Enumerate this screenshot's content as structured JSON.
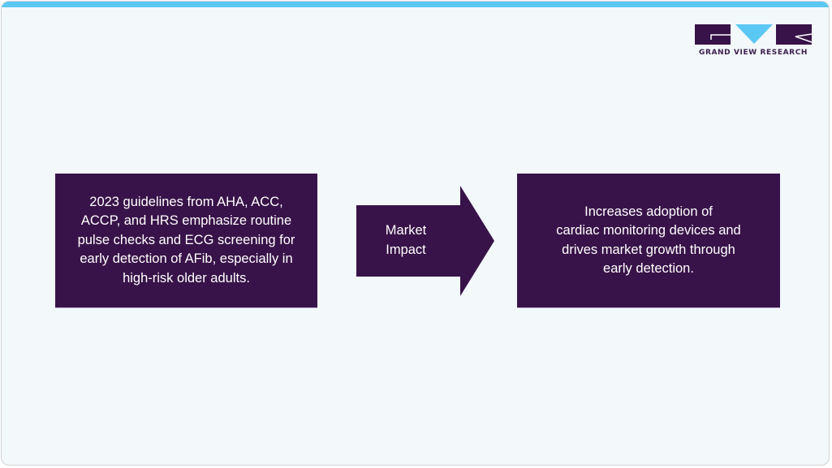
{
  "brand": {
    "name": "GRAND VIEW RESEARCH",
    "logo_icon": "gvr-logo-icon",
    "colors": {
      "dark_purple": "#381349",
      "light_blue": "#5bc8f3",
      "background": "#f3f8fb"
    }
  },
  "diagram": {
    "cause": {
      "text": "2023 guidelines from AHA, ACC, ACCP, and HRS emphasize routine pulse checks and ECG screening for early detection of AFib, especially in high-risk older adults.",
      "lines": [
        "2023 guidelines from AHA, ACC,",
        "ACCP, and HRS emphasize routine",
        "pulse checks and ECG screening for",
        "early detection of AFib, especially in",
        "high-risk older adults."
      ]
    },
    "connector": {
      "icon": "right-arrow-icon",
      "lines": [
        "Market",
        "Impact"
      ]
    },
    "effect": {
      "text": "Increases adoption of cardiac monitoring devices and drives market growth through early detection.",
      "lines": [
        "Increases adoption of",
        "cardiac monitoring devices and",
        "drives market growth through",
        "early detection."
      ]
    }
  }
}
